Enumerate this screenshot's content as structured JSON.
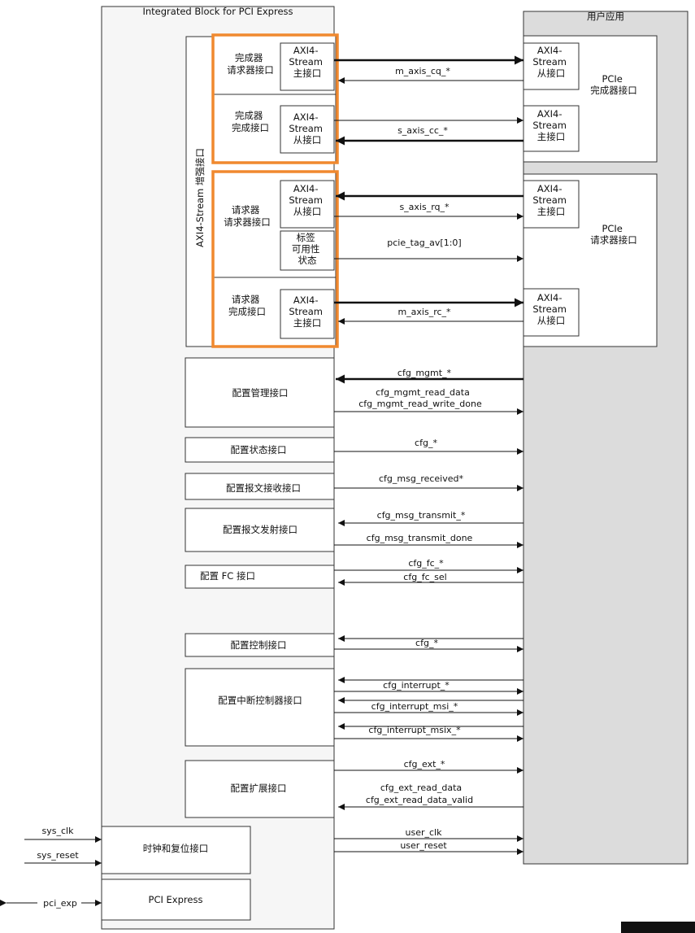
{
  "colors": {
    "highlight": "#F0892F",
    "user_app_fill": "#DCDCDC",
    "block_fill": "#F6F6F6",
    "line": "#111111",
    "corner_block": "#111111"
  },
  "outer_block_title": "Integrated Block for PCI Express",
  "user_app_title": "用户应用",
  "axi_enhanced_label": "AXI4-Stream 增强接口",
  "completer": {
    "requester_if": {
      "label": [
        "完成器",
        "请求器接口"
      ],
      "axi": [
        "AXI4-",
        "Stream",
        "主接口"
      ]
    },
    "completion_if": {
      "label": [
        "完成器",
        "完成接口"
      ],
      "axi": [
        "AXI4-",
        "Stream",
        "从接口"
      ]
    }
  },
  "requester": {
    "requester_if": {
      "label": [
        "请求器",
        "请求器接口"
      ],
      "axi": [
        "AXI4-",
        "Stream",
        "从接口"
      ]
    },
    "tag_status": [
      "标签",
      "可用性",
      "状态"
    ],
    "completion_if": {
      "label": [
        "请求器",
        "完成接口"
      ],
      "axi": [
        "AXI4-",
        "Stream",
        "主接口"
      ]
    }
  },
  "user_blocks": {
    "pcie_completer": {
      "label": [
        "PCIe",
        "完成器接口"
      ],
      "axi_top": [
        "AXI4-",
        "Stream",
        "从接口"
      ],
      "axi_bottom": [
        "AXI4-",
        "Stream",
        "主接口"
      ]
    },
    "pcie_requester": {
      "label": [
        "PCIe",
        "请求器接口"
      ],
      "axi_top": [
        "AXI4-",
        "Stream",
        "主接口"
      ],
      "axi_bottom": [
        "AXI4-",
        "Stream",
        "从接口"
      ]
    }
  },
  "signals": {
    "m_axis_cq": "m_axis_cq_*",
    "s_axis_cc": "s_axis_cc_*",
    "s_axis_rq": "s_axis_rq_*",
    "pcie_tag_av": "pcie_tag_av[1:0]",
    "m_axis_rc": "m_axis_rc_*",
    "cfg_mgmt": "cfg_mgmt_*",
    "cfg_mgmt_read_data": "cfg_mgmt_read_data",
    "cfg_mgmt_read_write_done": "cfg_mgmt_read_write_done",
    "cfg_status": "cfg_*",
    "cfg_msg_received": "cfg_msg_received*",
    "cfg_msg_transmit": "cfg_msg_transmit_*",
    "cfg_msg_transmit_done": "cfg_msg_transmit_done",
    "cfg_fc": "cfg_fc_*",
    "cfg_fc_sel": "cfg_fc_sel",
    "cfg_ctrl": "cfg_*",
    "cfg_interrupt": "cfg_interrupt_*",
    "cfg_interrupt_msi": "cfg_interrupt_msi_*",
    "cfg_interrupt_msix": "cfg_interrupt_msix_*",
    "cfg_ext": "cfg_ext_*",
    "cfg_ext_read_data": "cfg_ext_read_data",
    "cfg_ext_read_data_valid": "cfg_ext_read_data_valid",
    "user_clk": "user_clk",
    "user_reset": "user_reset",
    "sys_clk": "sys_clk",
    "sys_reset": "sys_reset",
    "pci_exp": "pci_exp"
  },
  "config_blocks": {
    "mgmt": "配置管理接口",
    "status": "配置状态接口",
    "msg_recv": "配置报文接收接口",
    "msg_send": "配置报文发射接口",
    "fc": "配置 FC 接口",
    "ctrl": "配置控制接口",
    "interrupt": "配置中断控制器接口",
    "ext": "配置扩展接口",
    "clk_reset": "时钟和复位接口",
    "pci_express": "PCI Express"
  }
}
